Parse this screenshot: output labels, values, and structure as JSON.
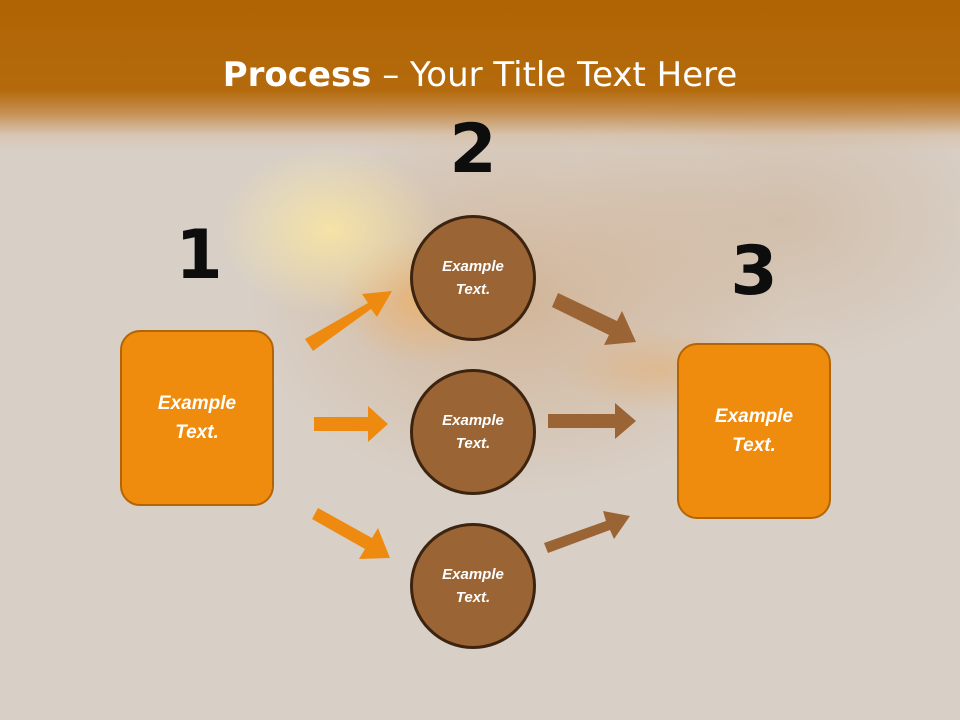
{
  "slide": {
    "title_bold": "Process",
    "title_rest": " – Your Title Text Here",
    "steps": [
      {
        "number": "1",
        "box_text": "Example\nText."
      },
      {
        "number": "2",
        "circles": [
          "Example\nText.",
          "Example\nText.",
          "Example\nText."
        ]
      },
      {
        "number": "3",
        "box_text": "Example\nText."
      }
    ]
  },
  "colors": {
    "header": "#b06404",
    "box_fill": "#ef8b0d",
    "circle_fill": "#9b6434",
    "arrow_orange": "#ee8a10",
    "arrow_brown": "#9b6434"
  }
}
